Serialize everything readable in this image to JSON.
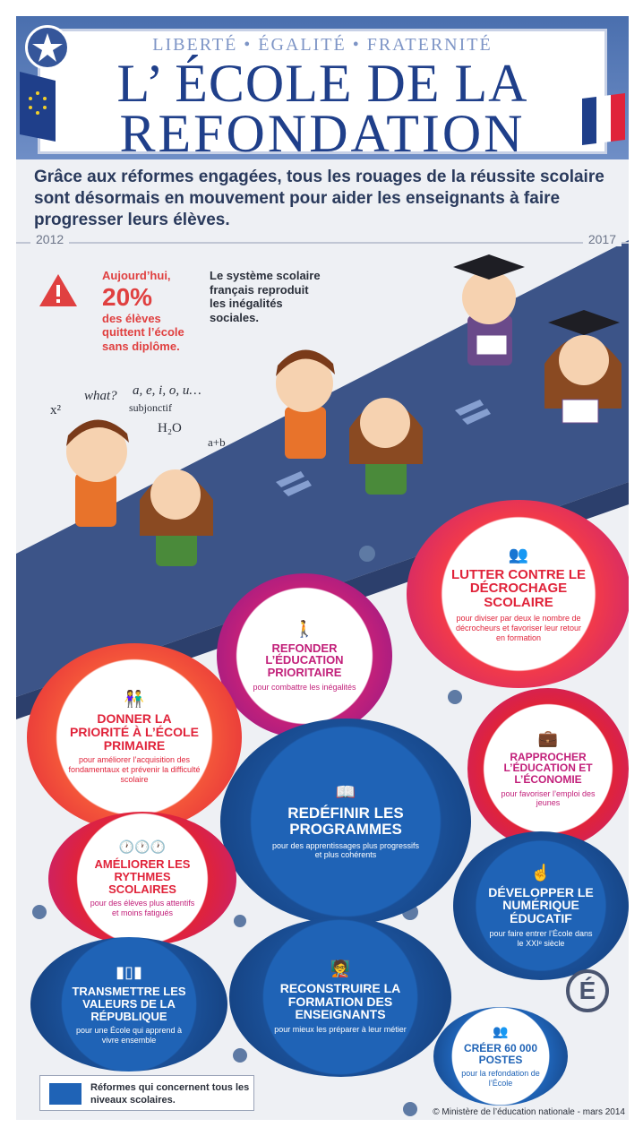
{
  "header": {
    "motto": "LIBERTÉ  •  ÉGALITÉ  •  FRATERNITÉ",
    "title_line1": "L’ ÉCOLE DE LA",
    "title_line2": "REFONDATION"
  },
  "intro": "Grâce aux réformes engagées, tous les rouages de la réussite scolaire sont désormais en mouvement pour aider les enseignants à faire progresser leurs élèves.",
  "timeline": {
    "start": "2012",
    "end": "2017"
  },
  "stats": {
    "lead": "Aujourd’hui,",
    "pct": "20%",
    "tail": "des élèves quittent l’école sans diplôme.",
    "system_text": "Le système scolaire français reproduit les inégalités sociales."
  },
  "notes": [
    "x²",
    "what?",
    "a, e, i, o, u…",
    "subjonctif",
    "H₂O",
    "a+b"
  ],
  "gears": {
    "decrochage": {
      "title": "LUTTER CONTRE LE DÉCROCHAGE SCOLAIRE",
      "sub": "pour diviser par deux le nombre de décrocheurs et favoriser leur retour en formation"
    },
    "prioritaire": {
      "title": "REFONDER L’ÉDUCATION PRIORITAIRE",
      "sub": "pour combattre les inégalités"
    },
    "primaire": {
      "title": "DONNER LA PRIORITÉ À L’ÉCOLE PRIMAIRE",
      "sub": "pour améliorer l’acquisition des fondamentaux et prévenir la difficulté scolaire"
    },
    "economie": {
      "title": "RAPPROCHER L’ÉDUCATION ET L’ÉCONOMIE",
      "sub": "pour favoriser l’emploi des jeunes"
    },
    "programmes": {
      "title": "REDÉFINIR LES PROGRAMMES",
      "sub": "pour des apprentissages plus progressifs et plus cohérents"
    },
    "rythmes": {
      "title": "AMÉLIORER LES RYTHMES SCOLAIRES",
      "sub": "pour des élèves plus attentifs et moins fatigués"
    },
    "numerique": {
      "title": "DÉVELOPPER LE NUMÉRIQUE ÉDUCATIF",
      "sub": "pour faire entrer l’École dans le XXIᵉ siècle"
    },
    "valeurs": {
      "title": "TRANSMETTRE LES VALEURS DE LA RÉPUBLIQUE",
      "sub": "pour une École qui apprend à vivre ensemble"
    },
    "formation": {
      "title": "RECONSTRUIRE LA FORMATION DES ENSEIGNANTS",
      "sub": "pour mieux les préparer à leur métier"
    },
    "postes": {
      "title": "CRÉER 60 000 POSTES",
      "sub": "pour la refondation de l’École"
    }
  },
  "legend": {
    "text": "Réformes qui concernent tous les niveaux scolaires."
  },
  "credit": "© Ministère de l’éducation nationale - mars 2014",
  "logo_letter": "É",
  "colors": {
    "blue": "#1f63b6",
    "red": "#e0233a",
    "magenta": "#c2207a",
    "navy": "#1f3f8a"
  }
}
